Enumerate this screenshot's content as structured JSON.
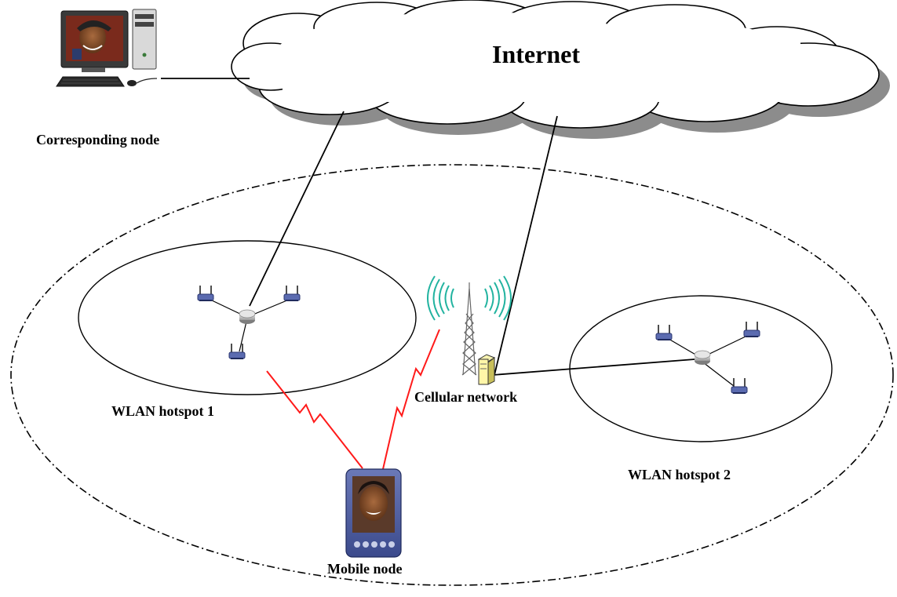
{
  "labels": {
    "internet": "Internet",
    "corresponding_node": "Corresponding node",
    "wlan_hotspot_1": "WLAN hotspot 1",
    "wlan_hotspot_2": "WLAN hotspot 2",
    "cellular_network": "Cellular network",
    "mobile_node": "Mobile node"
  },
  "colors": {
    "background": "#ffffff",
    "line": "#000000",
    "wireless_link": "#ff1a1a",
    "cloud_shadow": "#8c8c8c",
    "antenna_wave": "#22b3a0",
    "router": "#c7c7c7",
    "access_point": "#5b6bb0"
  },
  "icons": {
    "corresponding_node": "desktop-computer-icon",
    "mobile_node": "pda-handheld-icon",
    "cell_tower": "cell-tower-icon",
    "base_station": "base-station-icon",
    "router": "router-icon",
    "access_point": "wireless-access-point-icon"
  }
}
